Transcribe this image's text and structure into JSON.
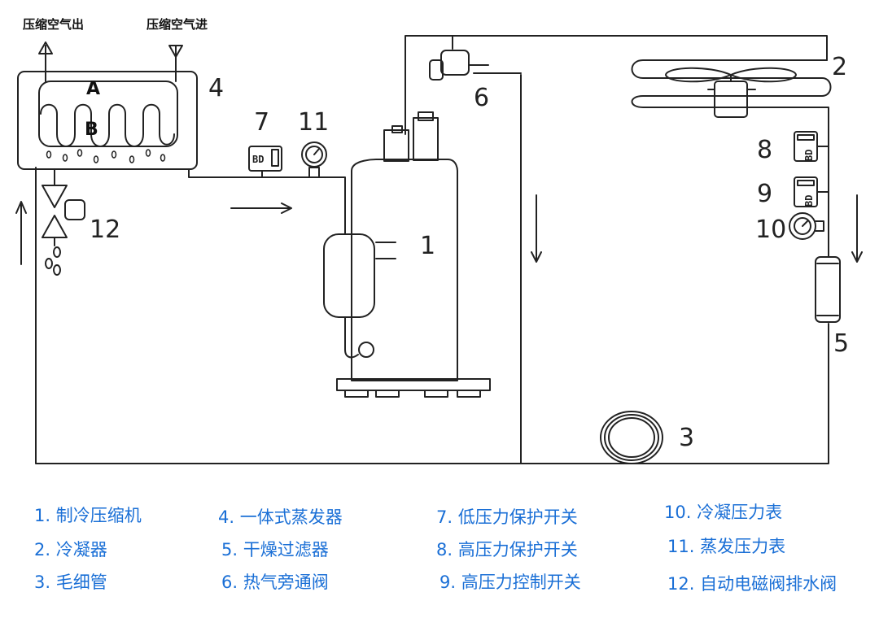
{
  "labels": {
    "air_out": "压缩空气出",
    "air_in": "压缩空气进",
    "zone_a": "A",
    "zone_b": "B",
    "switch_code": "BD"
  },
  "callouts": [
    "1",
    "2",
    "3",
    "4",
    "5",
    "6",
    "7",
    "8",
    "9",
    "10",
    "11",
    "12"
  ],
  "legend": [
    "1. 制冷压缩机",
    "2. 冷凝器",
    "3. 毛细管",
    "4. 一体式蒸发器",
    "5. 干燥过滤器",
    "6. 热气旁通阀",
    "7. 低压力保护开关",
    "8. 高压力保护开关",
    "9. 高压力控制开关",
    "10. 冷凝压力表",
    "11. 蒸发压力表",
    "12. 自动电磁阀排水阀"
  ],
  "colors": {
    "legend_text": "#1a6fd6",
    "line": "#222222"
  }
}
